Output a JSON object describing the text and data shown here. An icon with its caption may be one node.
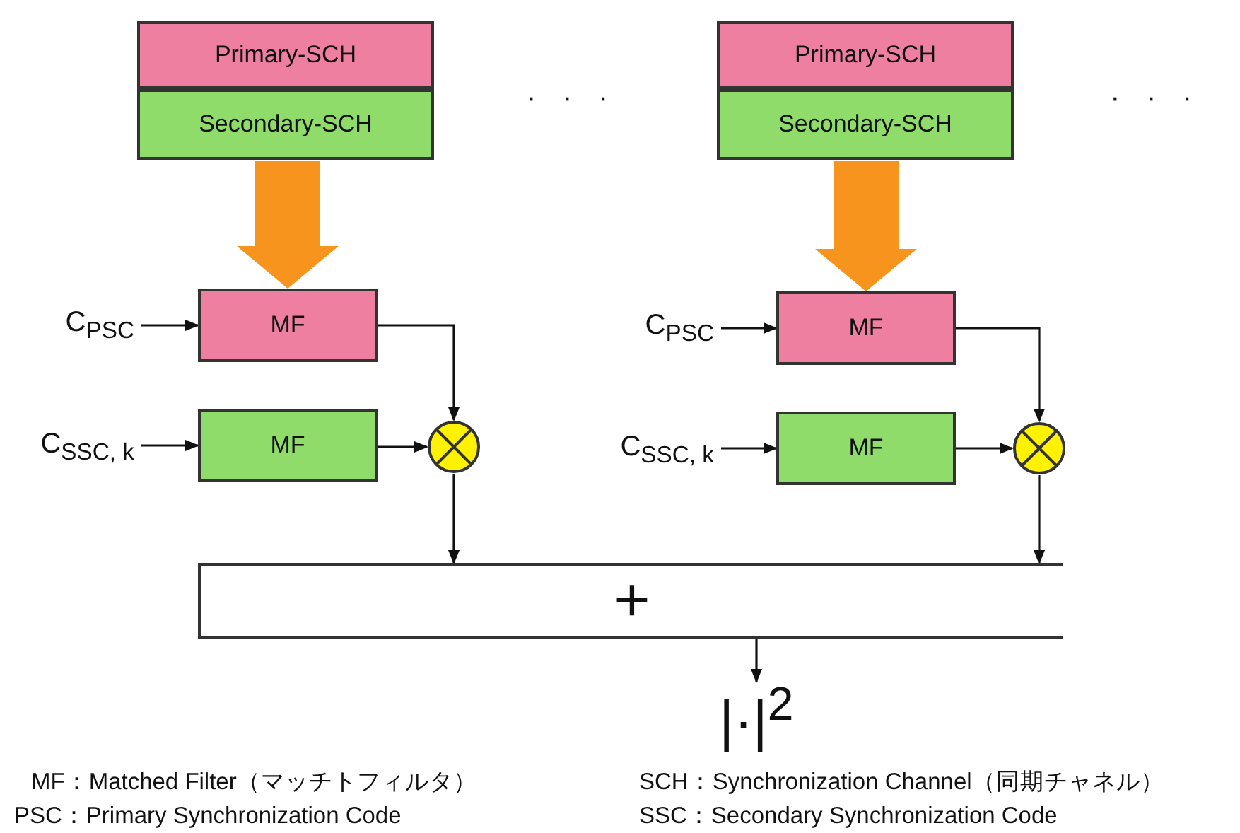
{
  "diagram": {
    "nodes": [
      {
        "text": [
          "Primary-SCH"
        ]
      },
      {
        "text": [
          "Secondary-SCH"
        ]
      },
      {
        "text": [
          "Primary-SCH"
        ]
      },
      {
        "text": [
          "Secondary-SCH"
        ]
      },
      {
        "text": [
          "C$_{PSC}$"
        ]
      },
      {
        "text": [
          "MF"
        ]
      },
      {
        "text": [
          "C$_{SSC, k}$"
        ]
      },
      {
        "text": [
          "MF"
        ]
      },
      {
        "text": [],
        "shape": "circle"
      },
      {
        "text": [
          "C$_{PSC}$"
        ]
      },
      {
        "text": [
          "MF"
        ]
      },
      {
        "text": [
          "C$_{SSC, k}$"
        ]
      },
      {
        "text": [
          "MF"
        ]
      },
      {
        "text": [],
        "shape": "circle"
      },
      {
        "text": [
          "+"
        ]
      },
      {
        "text": [
          "|·|$^{2}$"
        ]
      }
    ],
    "edges": [
      {
        "from": 1,
        "to": 5,
        "arrow": "to",
        "style": "thick",
        "color": "#f7941d"
      },
      {
        "from": 4,
        "to": 5,
        "arrow": "to"
      },
      {
        "from": 6,
        "to": 7,
        "arrow": "to"
      },
      {
        "from": 5,
        "to": 8,
        "arrow": "to"
      },
      {
        "from": 7,
        "to": 8,
        "arrow": "to"
      },
      {
        "from": 8,
        "to": 14,
        "arrow": "to"
      },
      {
        "from": 3,
        "to": 10,
        "arrow": "to",
        "style": "thick",
        "color": "#f7941d"
      },
      {
        "from": 9,
        "to": 10,
        "arrow": "to"
      },
      {
        "from": 11,
        "to": 12,
        "arrow": "to"
      },
      {
        "from": 10,
        "to": 13,
        "arrow": "to"
      },
      {
        "from": 12,
        "to": 13,
        "arrow": "to"
      },
      {
        "from": 13,
        "to": 14,
        "arrow": "to"
      },
      {
        "from": 14,
        "to": 15,
        "arrow": "to"
      }
    ],
    "labels": [
      "· · ·",
      "· · ·",
      "MF：Matched Filter（マッチトフィルタ）",
      "SCH：Synchronization Channel（同期チャネル）",
      "PSC：Primary Synchronization Code",
      "SSC：Secondary Synchronization Code"
    ]
  }
}
